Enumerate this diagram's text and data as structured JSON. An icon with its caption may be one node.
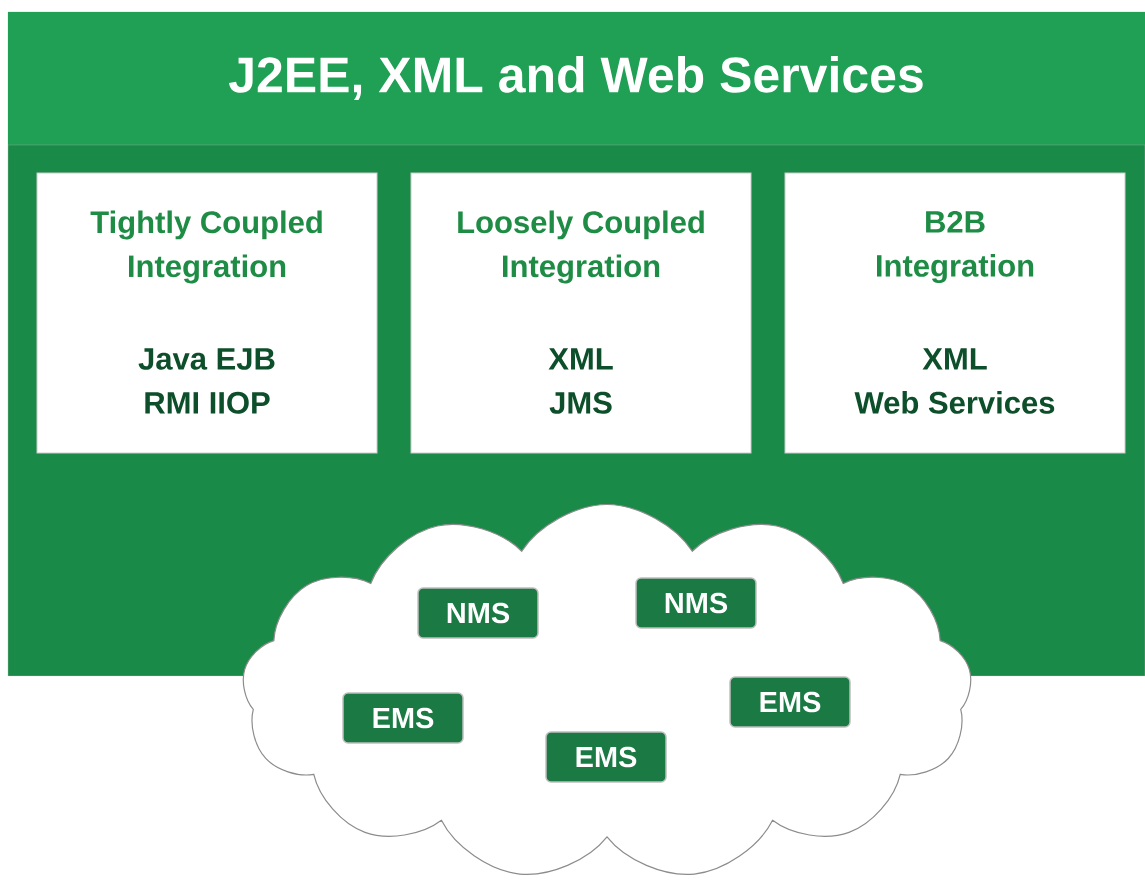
{
  "diagram": {
    "nodes": [
      {
        "text": [
          "J2EE, XML and Web Services"
        ]
      },
      {
        "text": [
          "Tightly Coupled Integration",
          "Java EJB RMI IIOP"
        ],
        "in": 0
      },
      {
        "text": [
          "Loosely Coupled Integration",
          "XML JMS"
        ],
        "in": 0
      },
      {
        "text": [
          "B2B Integration",
          "XML Web Services"
        ],
        "in": 0
      },
      {
        "text": [],
        "shape": "cloud"
      },
      {
        "text": [
          "NMS"
        ]
      },
      {
        "text": [
          "NMS"
        ]
      },
      {
        "text": [
          "EMS"
        ],
        "in": 4
      },
      {
        "text": [
          "EMS"
        ],
        "in": 4
      },
      {
        "text": [
          "EMS"
        ],
        "in": 4
      }
    ]
  }
}
